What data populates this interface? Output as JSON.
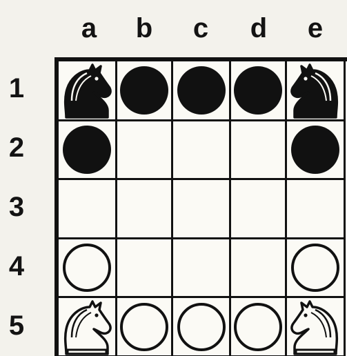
{
  "files": [
    "a",
    "b",
    "c",
    "d",
    "e"
  ],
  "ranks": [
    "1",
    "2",
    "3",
    "4",
    "5"
  ],
  "board": [
    [
      "black-knight",
      "black-pawn",
      "black-pawn",
      "black-pawn",
      "black-knight"
    ],
    [
      "black-pawn",
      "",
      "",
      "",
      "black-pawn"
    ],
    [
      "",
      "",
      "",
      "",
      ""
    ],
    [
      "white-pawn",
      "",
      "",
      "",
      "white-pawn"
    ],
    [
      "white-knight",
      "white-pawn",
      "white-pawn",
      "white-pawn",
      "white-knight"
    ]
  ],
  "colors": {
    "ink": "#111111",
    "board": "#fbfaf5",
    "page": "#f3f2ec"
  }
}
